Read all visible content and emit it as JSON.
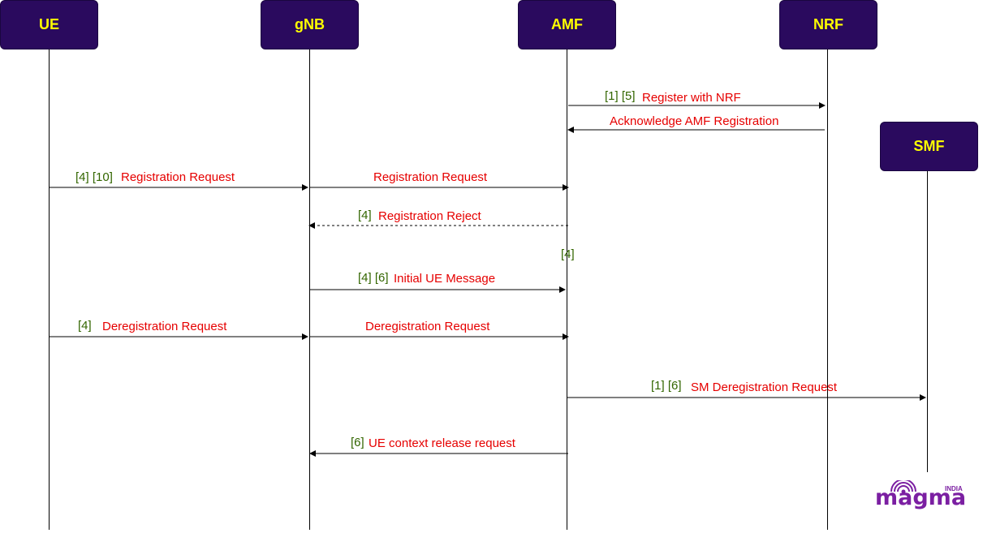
{
  "actors": {
    "ue": "UE",
    "gnb": "gNB",
    "amf": "AMF",
    "nrf": "NRF",
    "smf": "SMF"
  },
  "messages": [
    {
      "tags": "[1] [5]",
      "text": "Register with NRF"
    },
    {
      "tags": "",
      "text": "Acknowledge AMF Registration"
    },
    {
      "tags": "[4] [10]",
      "text": "Registration Request"
    },
    {
      "tags": "",
      "text": "Registration Request"
    },
    {
      "tags": "[4]",
      "text": "Registration Reject"
    },
    {
      "tags": "[4]",
      "text": ""
    },
    {
      "tags": "[4] [6]",
      "text": "Initial UE Message"
    },
    {
      "tags": "[4]",
      "text": "Deregistration Request"
    },
    {
      "tags": "",
      "text": "Deregistration Request"
    },
    {
      "tags": "[1] [6]",
      "text": "SM Deregistration Request"
    },
    {
      "tags": "[6]",
      "text": "UE context release request"
    }
  ],
  "logo": {
    "name": "magma",
    "sub": "INDIA"
  },
  "colors": {
    "actor_bg": "#2a0a5e",
    "actor_text": "#ffff00",
    "tag": "#336600",
    "message": "#e60000",
    "logo": "#7b1fa2"
  }
}
